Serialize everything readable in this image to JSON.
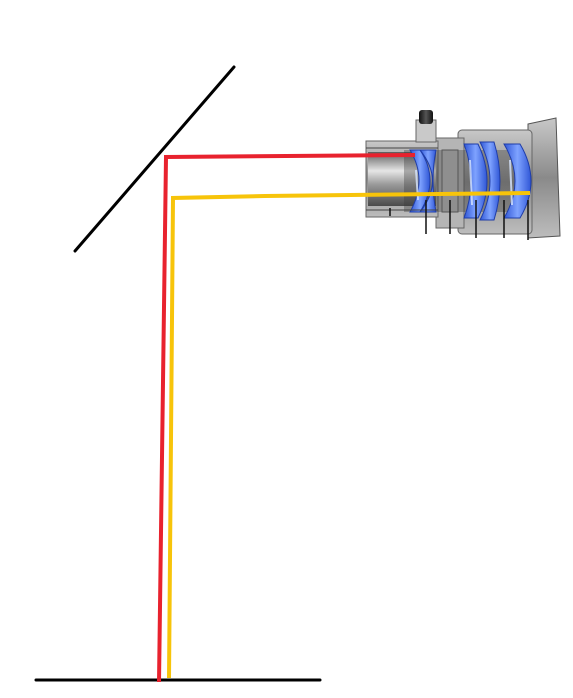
{
  "diagram": {
    "colors": {
      "background": "#ffffff",
      "mirror": "#000000",
      "ground": "#000000",
      "ray_red": "#e8222e",
      "ray_yellow": "#f7c40a",
      "lens_blue": "#4d7bf0",
      "lens_highlight": "#cfe0ff",
      "metal_dark": "#6e6e6e",
      "metal_mid": "#9c9c9c",
      "metal_light": "#e4e4e4"
    },
    "elements": {
      "mirror": "mirror",
      "ground": "ground-line",
      "red_ray": "light-ray",
      "yellow_ray": "light-ray",
      "eyepiece": "eyepiece-cutaway"
    }
  }
}
